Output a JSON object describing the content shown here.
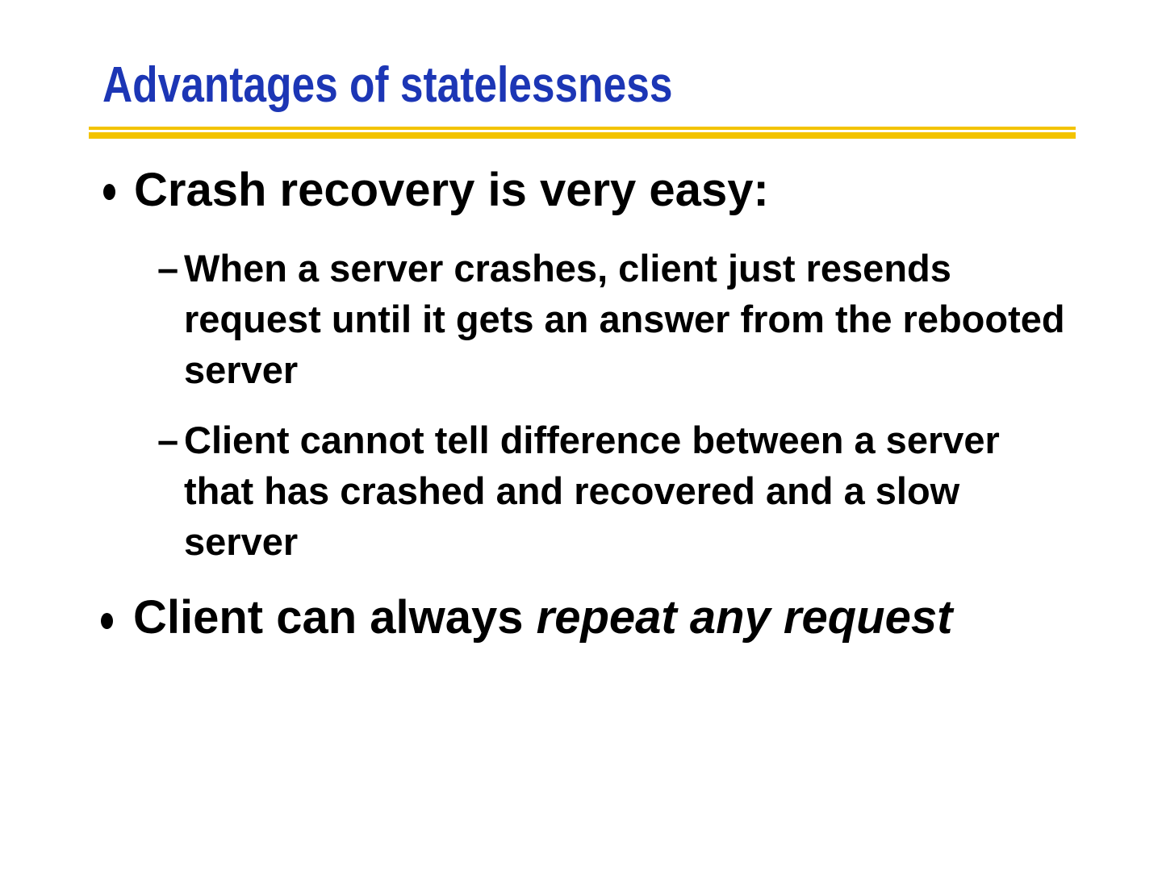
{
  "colors": {
    "title-blue": "#1C36B5",
    "rule-gold": "#F3C300",
    "text-black": "#000000",
    "background": "#FFFFFF"
  },
  "slide": {
    "title": "Advantages of statelessness",
    "bullets": [
      {
        "type": "main",
        "text": "Crash recovery is very easy:"
      },
      {
        "type": "sub",
        "dash": "–",
        "lines": [
          "When a server crashes, client just resends",
          "request until it gets an answer from the rebooted",
          "server"
        ]
      },
      {
        "type": "sub",
        "dash": "–",
        "lines": [
          "Client cannot tell difference between a server",
          "that has crashed and recovered and a slow",
          "server"
        ]
      },
      {
        "type": "main",
        "text_normal": "Client can always ",
        "text_italic": "repeat any request"
      }
    ]
  }
}
